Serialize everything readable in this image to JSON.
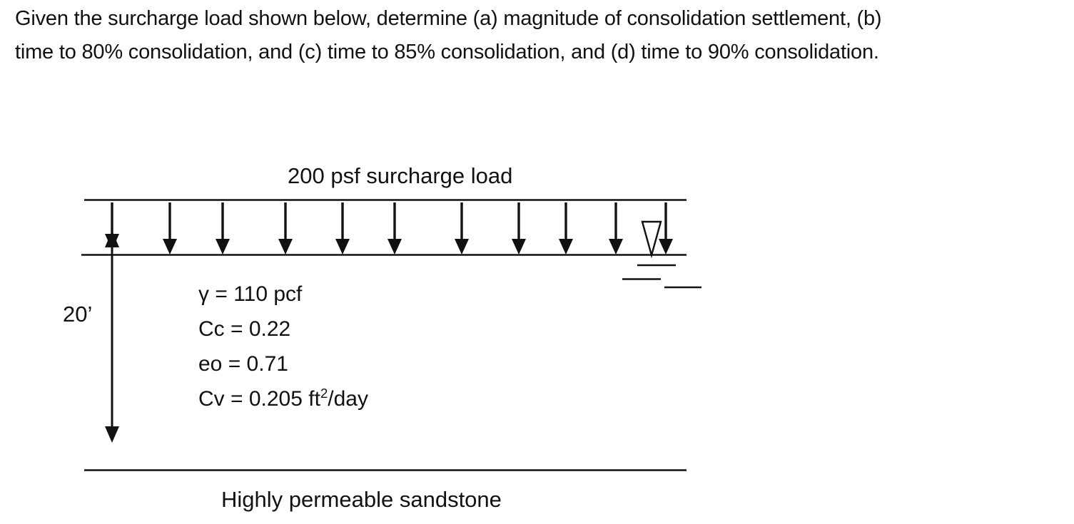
{
  "page": {
    "background_color": "#ffffff",
    "ink_color": "#111111"
  },
  "question": {
    "lines": [
      "Given the surcharge load shown below, determine (a) magnitude of consolidation settlement, (b)",
      "time to 80% consolidation, and (c) time to 85% consolidation, and (d) time to 90% consolidation."
    ]
  },
  "figure": {
    "surcharge_label": "200 psf surcharge load",
    "depth_label": "20’",
    "soil_properties": {
      "unit_weight": "γ = 110 pcf",
      "compression_index": "Cc = 0.22",
      "initial_void_ratio": "eo = 0.71",
      "cv_prefix": "Cv = 0.205 ft",
      "cv_superscript": "2",
      "cv_suffix": "/day"
    },
    "base_label": "Highly permeable sandstone",
    "icons": {
      "water_table_icon": "inverted-triangle-water-table",
      "surcharge_arrow_icon": "down-arrow",
      "depth_dimension_icon": "double-headed-vertical-arrow"
    }
  }
}
